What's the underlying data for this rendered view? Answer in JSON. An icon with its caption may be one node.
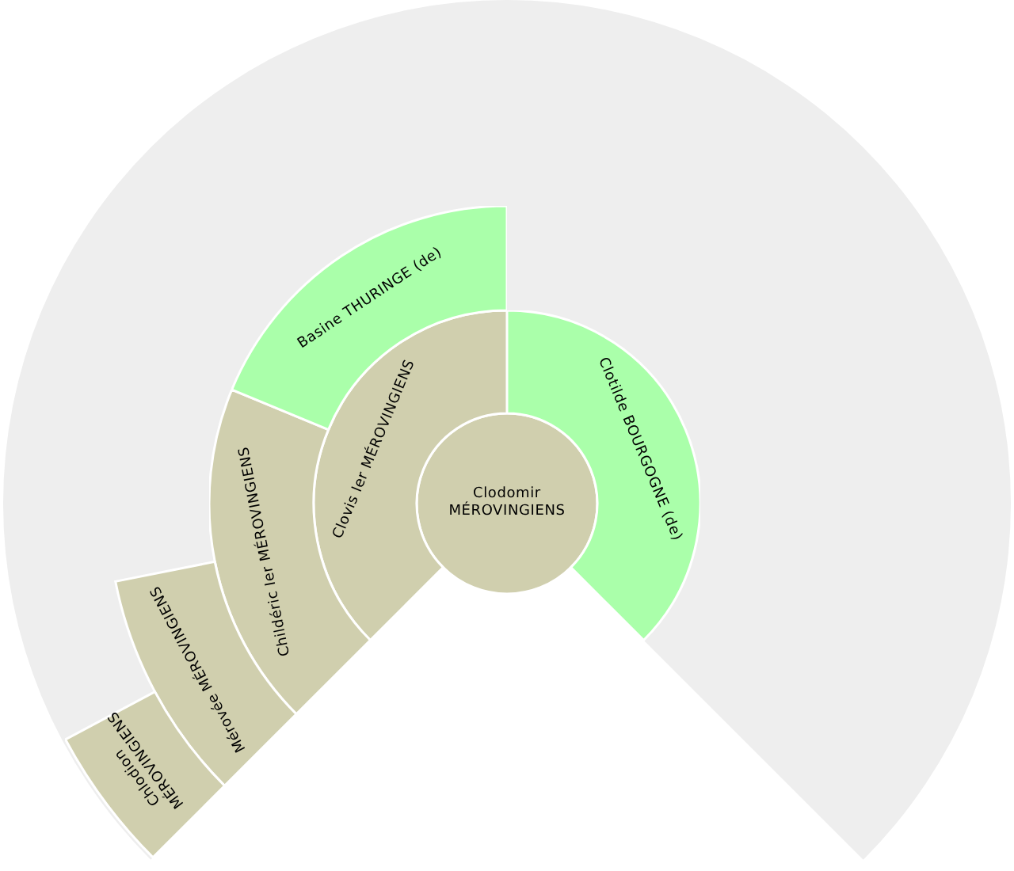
{
  "diagram": {
    "nodes": [
      {
        "text": [
          "Clodomir MÉROVINGIENS"
        ]
      },
      {
        "text": [
          "Clovis Ier MÉROVINGIENS"
        ]
      },
      {
        "text": [
          "Clotilde BOURGOGNE (de)"
        ]
      },
      {
        "text": [
          "Childéric Ier MÉROVINGIENS"
        ]
      },
      {
        "text": [
          "Basine THURINGE (de)"
        ]
      },
      {
        "text": [
          "Mérovée MÉROVINGIENS"
        ]
      },
      {
        "text": [
          "Chlodion MÉROVINGIENS"
        ]
      }
    ]
  }
}
